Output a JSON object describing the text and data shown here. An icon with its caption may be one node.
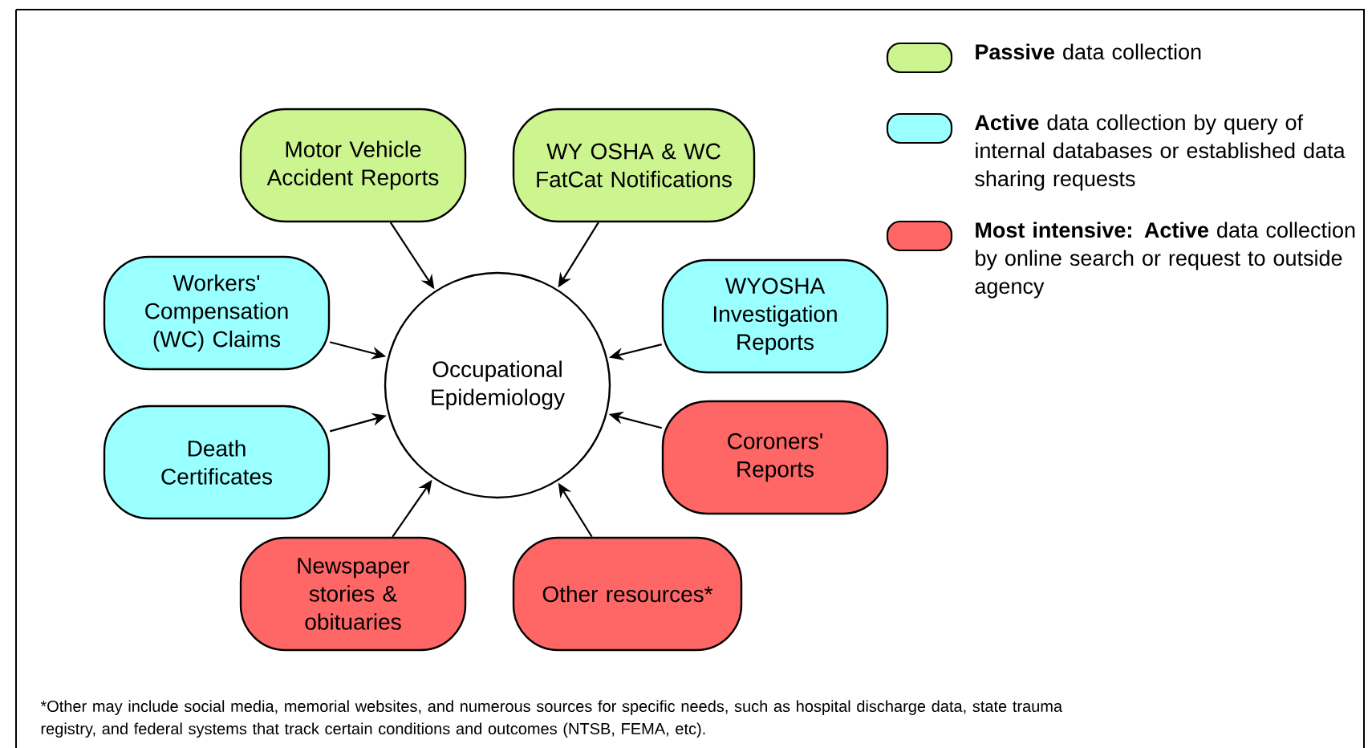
{
  "diagram": {
    "nodes": [
      {
        "text": [
          "Occupational Epidemiology"
        ]
      },
      {
        "text": [
          "Motor Vehicle Accident Reports"
        ]
      },
      {
        "text": [
          "WY OSHA & WC FatCat Notifications"
        ]
      },
      {
        "text": [
          "Workers' Compensation (WC) Claims"
        ]
      },
      {
        "text": [
          "WYOSHA Investigation Reports"
        ]
      },
      {
        "text": [
          "Death Certificates"
        ]
      },
      {
        "text": [
          "Coroners' Reports"
        ]
      },
      {
        "text": [
          "Newspaper stories & obituaries"
        ]
      },
      {
        "text": [
          "Other resources*"
        ]
      }
    ],
    "edges": [
      {
        "from": 1,
        "to": 0,
        "arrow": "to"
      },
      {
        "from": 2,
        "to": 0,
        "arrow": "to"
      },
      {
        "from": 3,
        "to": 0,
        "arrow": "to"
      },
      {
        "from": 4,
        "to": 0,
        "arrow": "to"
      },
      {
        "from": 5,
        "to": 0,
        "arrow": "to"
      },
      {
        "from": 6,
        "to": 0,
        "arrow": "to"
      },
      {
        "from": 7,
        "to": 0,
        "arrow": "to"
      },
      {
        "from": 8,
        "to": 0,
        "arrow": "to"
      }
    ],
    "labels": [
      "*Other may include social media, memorial websites, and numerous sources for specific needs, such as hospital discharge data, state trauma registry, and federal systems that track certain conditions and outcomes (NTSB, FEMA, etc)."
    ],
    "legend": [
      {
        "text": "**Passive** data collection",
        "color": "#ccf58f"
      },
      {
        "text": "**Active** data collection by query of internal databases or established data sharing requests",
        "color": "#99ffff"
      },
      {
        "text": "**Most intensive: Active** data collection by online search or request to outside agency",
        "color": "#ff6666"
      }
    ]
  }
}
